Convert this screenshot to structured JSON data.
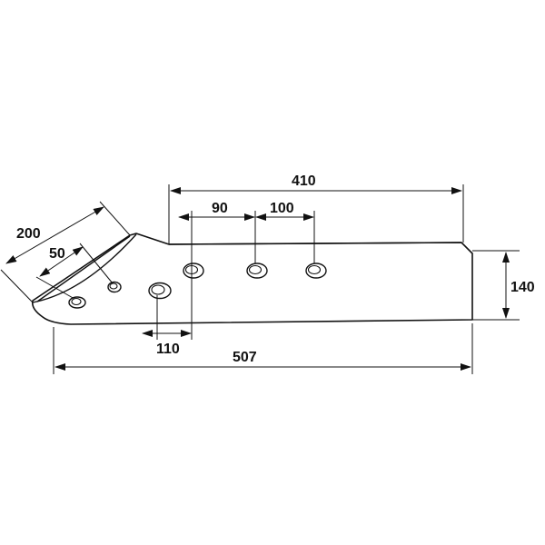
{
  "dimensions": {
    "overall_length": "507",
    "top_length": "410",
    "height": "140",
    "hole_spacing_a": "90",
    "hole_spacing_b": "100",
    "hole_offset": "110",
    "tip_length": "200",
    "tip_hole_spacing": "50"
  },
  "colors": {
    "line": "#111111",
    "background": "#ffffff"
  }
}
